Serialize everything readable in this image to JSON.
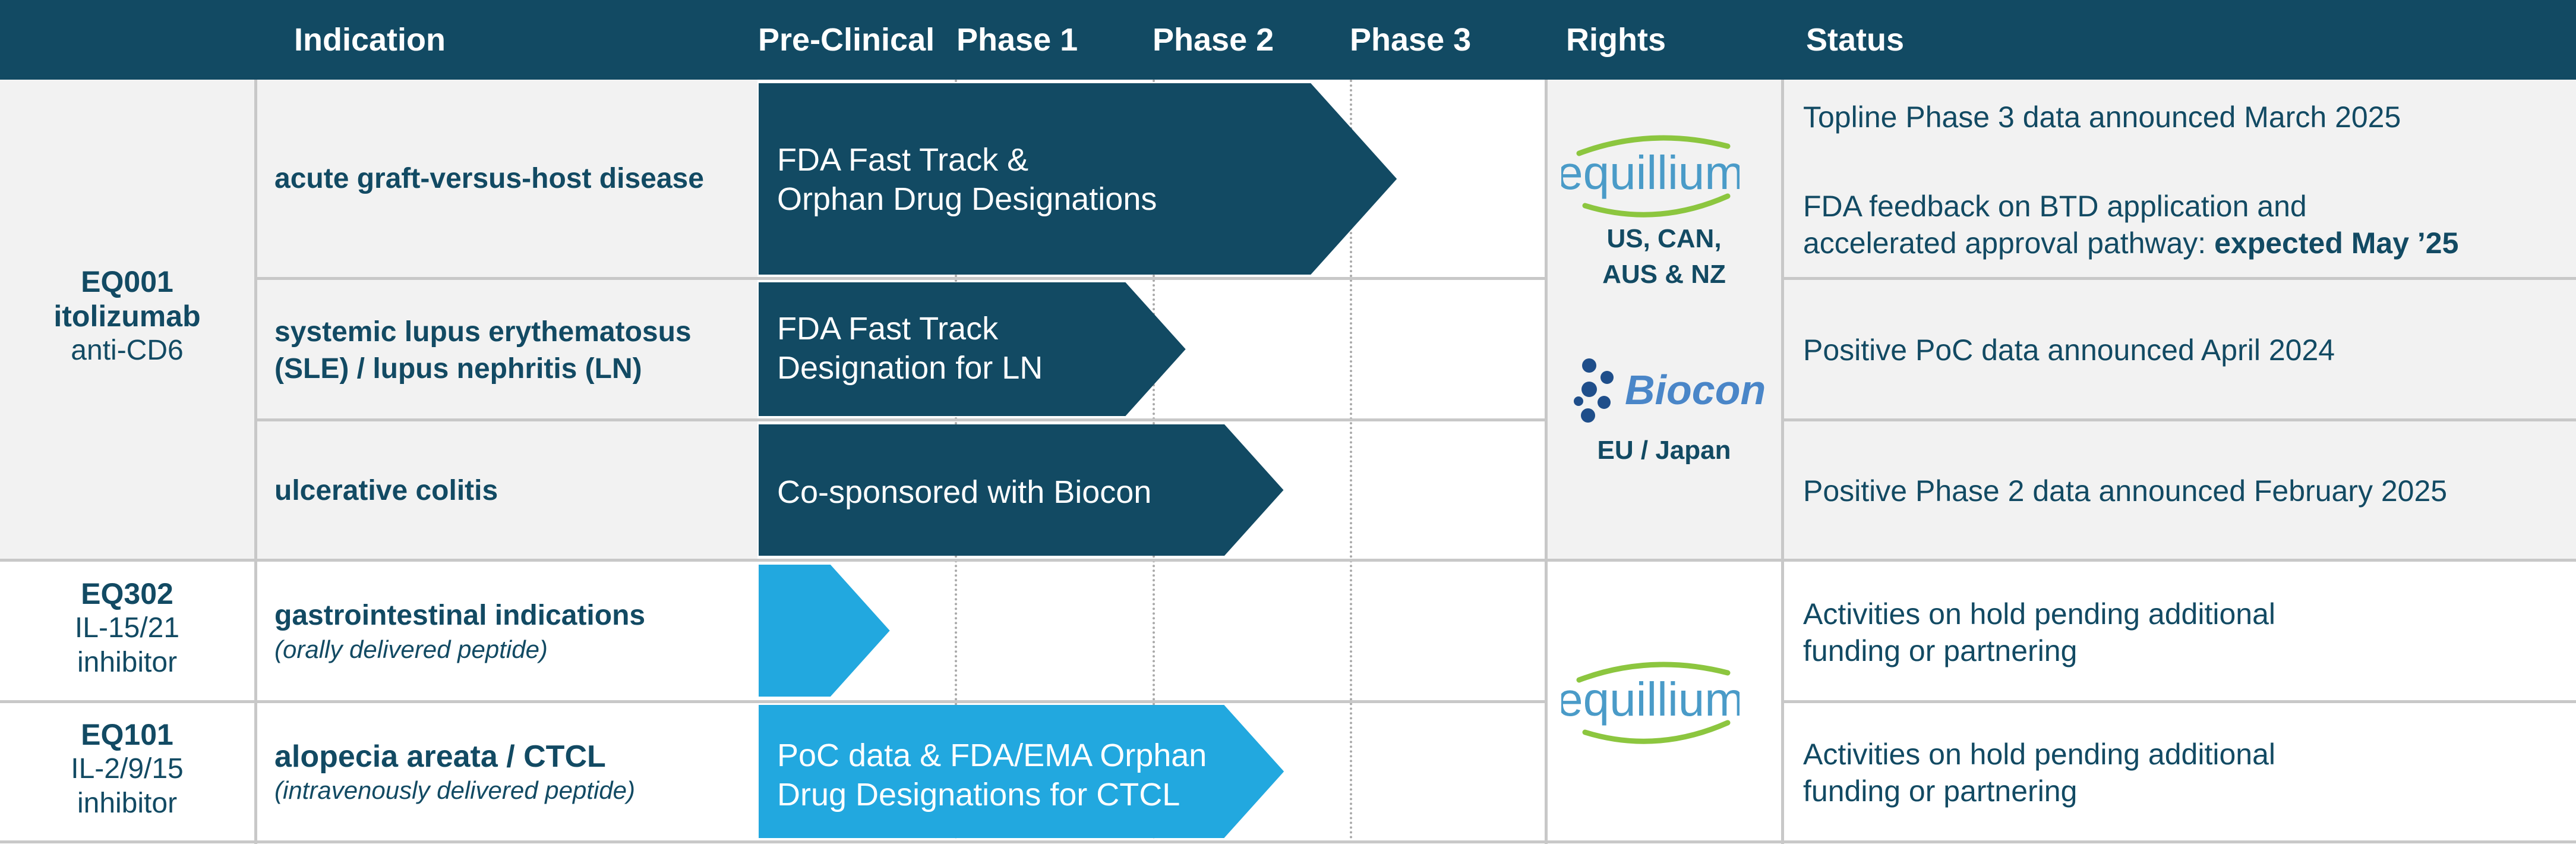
{
  "header": {
    "indication": "Indication",
    "preclinical": "Pre-Clinical",
    "phase1": "Phase 1",
    "phase2": "Phase 2",
    "phase3": "Phase 3",
    "rights": "Rights",
    "status": "Status"
  },
  "programs": [
    {
      "code": "EQ001",
      "name": "itolizumab",
      "target": "anti-CD6"
    },
    {
      "code": "EQ302",
      "line1": "IL-15/21",
      "line2": "inhibitor"
    },
    {
      "code": "EQ101",
      "line1": "IL-2/9/15",
      "line2": "inhibitor"
    }
  ],
  "indications": [
    {
      "title": "acute graft-versus-host disease"
    },
    {
      "title_line1": "systemic lupus erythematosus",
      "title_line2": "(SLE) / lupus nephritis (LN)"
    },
    {
      "title": "ulcerative colitis"
    },
    {
      "title": "gastrointestinal indications",
      "subtitle": "(orally delivered peptide)"
    },
    {
      "title": "alopecia areata / CTCL",
      "subtitle": "(intravenously delivered peptide)"
    }
  ],
  "bars": [
    {
      "line1": "FDA Fast Track &",
      "line2": "Orphan Drug Designations",
      "color": "#124a63",
      "progress_phase": 3.0
    },
    {
      "line1": "FDA Fast Track",
      "line2": "Designation for LN",
      "color": "#124a63",
      "progress_phase": 2.0
    },
    {
      "line1": "Co-sponsored with Biocon",
      "color": "#124a63",
      "progress_phase": 2.5
    },
    {
      "line1": "",
      "color": "#22a8df",
      "progress_phase": 0.5
    },
    {
      "line1": "PoC data & FDA/EMA Orphan",
      "line2": "Drug Designations for CTCL",
      "color": "#22a8df",
      "progress_phase": 2.5
    }
  ],
  "rights": {
    "equillium_logo_text": "equillium",
    "equillium_regions": [
      "US, CAN,",
      "AUS & NZ"
    ],
    "biocon_logo_text": "Biocon",
    "biocon_regions": "EU / Japan",
    "equillium_logo_text_2": "equillium"
  },
  "status": [
    {
      "line1": "Topline Phase 3 data announced March 2025"
    },
    {
      "line1": "FDA feedback on BTD application and",
      "line2_plain": "accelerated approval pathway: ",
      "line2_bold": "expected May ’25"
    },
    {
      "line1": "Positive PoC data announced April 2024"
    },
    {
      "line1": "Positive Phase 2 data announced February 2025"
    },
    {
      "line1": "Activities on hold pending additional",
      "line2": "funding or partnering"
    },
    {
      "line1": "Activities on hold pending additional",
      "line2": "funding or partnering"
    }
  ],
  "colors": {
    "navy": "#124a63",
    "light_blue": "#22a8df",
    "green": "#8cc63f",
    "biocon_blue": "#4a86c8"
  }
}
